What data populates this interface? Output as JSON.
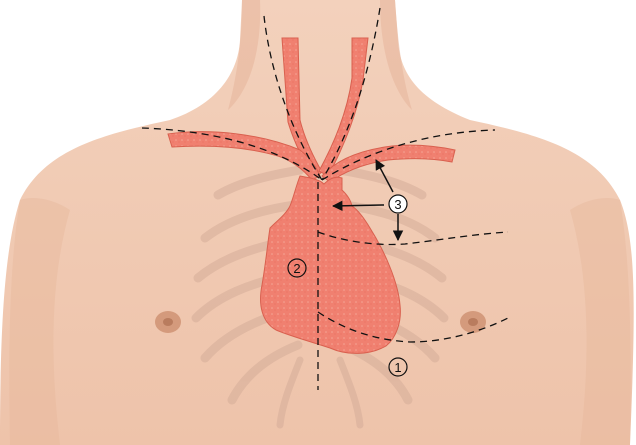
{
  "figure": {
    "markers": [
      {
        "id": "marker-1",
        "label": "①"
      },
      {
        "id": "marker-2",
        "label": "②"
      },
      {
        "id": "marker-3",
        "label": "③"
      }
    ]
  },
  "colors": {
    "background": "#ffffff",
    "skin": "#f1c9b2",
    "skin_shadow": "#dca98e",
    "rib": "#d5ad99",
    "organ_fill": "#f08070",
    "organ_edge": "#d9604f",
    "nipple": "#c98c6e",
    "dashed_line": "#111111",
    "arrow": "#111111"
  },
  "icons": {
    "marker": "circled-number",
    "arrow": "arrow"
  }
}
